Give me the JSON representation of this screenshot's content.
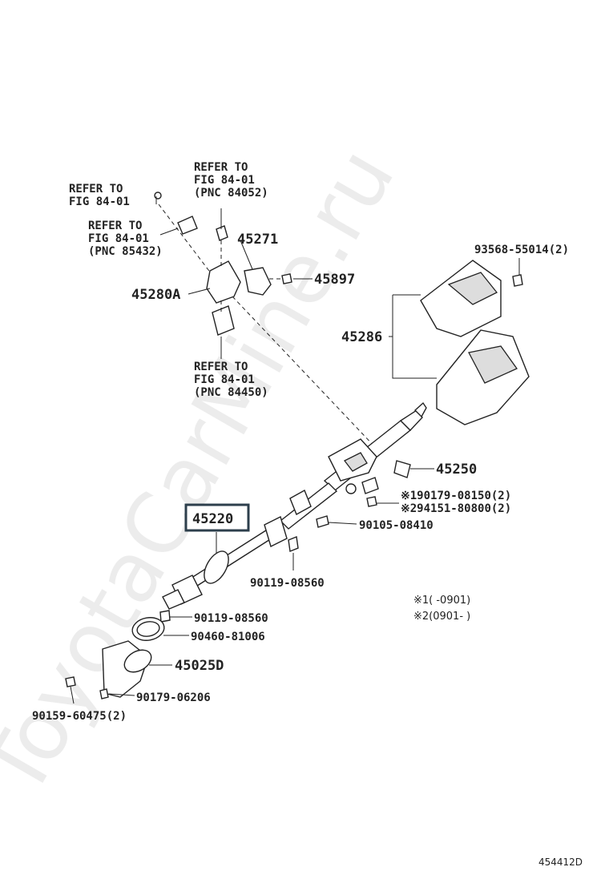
{
  "watermark": "ToyotaCarMine.ru",
  "refs": {
    "r1": [
      "REFER TO",
      "FIG 84-01"
    ],
    "r2": [
      "REFER TO",
      "FIG 84-01",
      "(PNC 85432)"
    ],
    "r3": [
      "REFER TO",
      "FIG 84-01",
      "(PNC 84052)"
    ],
    "r4": [
      "REFER TO",
      "FIG 84-01",
      "(PNC 84450)"
    ]
  },
  "parts": {
    "p45271": "45271",
    "p45280A": "45280A",
    "p45897": "45897",
    "p93568": "93568-55014(2)",
    "p45286": "45286",
    "p45250": "45250",
    "p190179": "※190179-08150(2)",
    "p294151": "※294151-80800(2)",
    "p45220": "45220",
    "p90105": "90105-08410",
    "p90119a": "90119-08560",
    "p90119b": "90119-08560",
    "p90460": "90460-81006",
    "p45025D": "45025D",
    "p90179": "90179-06206",
    "p90159": "90159-60475(2)"
  },
  "notes": {
    "n1": "※1(   -0901)",
    "n2": "※2(0901-   )"
  },
  "figure_id": "454412D"
}
